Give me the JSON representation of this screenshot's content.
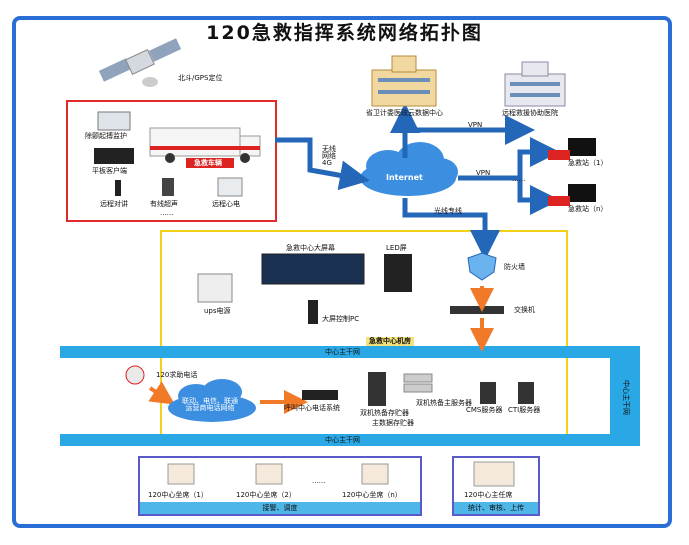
{
  "title": "120急救指挥系统网络拓扑图",
  "satellite": {
    "label": "北斗/GPS定位"
  },
  "vehicle_box": {
    "items": [
      {
        "label": "除颤起搏监护"
      },
      {
        "label": "平板客户端"
      },
      {
        "label": "远程对讲"
      },
      {
        "label": "有线超声"
      },
      {
        "label": "远程心电"
      }
    ],
    "vehicle_label": "急救车辆",
    "ellipsis": "......"
  },
  "cloud": {
    "label": "Internet"
  },
  "links": {
    "vpn_top": "VPN",
    "vpn_right": "VPN",
    "wireless": "无线\n网络\n4G",
    "fiber": "光线专线",
    "ellipsis": "......"
  },
  "hospitals": [
    {
      "label": "省卫计委医政云数据中心"
    },
    {
      "label": "远程救援协助医院"
    }
  ],
  "stations": [
    {
      "label": "急救站（1）"
    },
    {
      "label": "急救站（n）"
    }
  ],
  "center": {
    "screen_label": "急救中心大屏幕",
    "led_label": "LED屏",
    "ups_label": "ups电源",
    "pc_label": "大屏控制PC",
    "firewall_label": "防火墙",
    "switch_label": "交换机",
    "room_label": "急救中心机房"
  },
  "bus": {
    "top_label": "中心主干网",
    "bottom_label": "中心主干网",
    "right_label": "中心主干网"
  },
  "phone": {
    "label": "120求助电话",
    "network_label": "联动、电信、联通\n运营商电话网络"
  },
  "servers": {
    "call_system": "呼叫中心电话系统",
    "dual_storage": "双机热备存贮器",
    "main_storage": "主数据存贮器",
    "dual_host": "双机热备主服务器",
    "cms": "CMS服务器",
    "cti": "CTI服务器"
  },
  "seats": {
    "items": [
      {
        "label": "120中心坐席（1）"
      },
      {
        "label": "120中心坐席（2）"
      },
      {
        "label": "120中心坐席（n）"
      }
    ],
    "ellipsis": "......",
    "bar_label": "接警、调度"
  },
  "director": {
    "label": "120中心主任席",
    "bar_label": "统计、审核、上传"
  },
  "colors": {
    "arrow": "#2466b8",
    "bus": "#2aa8e6",
    "cloud": "#3c8fe0",
    "orange": "#f07a28"
  }
}
